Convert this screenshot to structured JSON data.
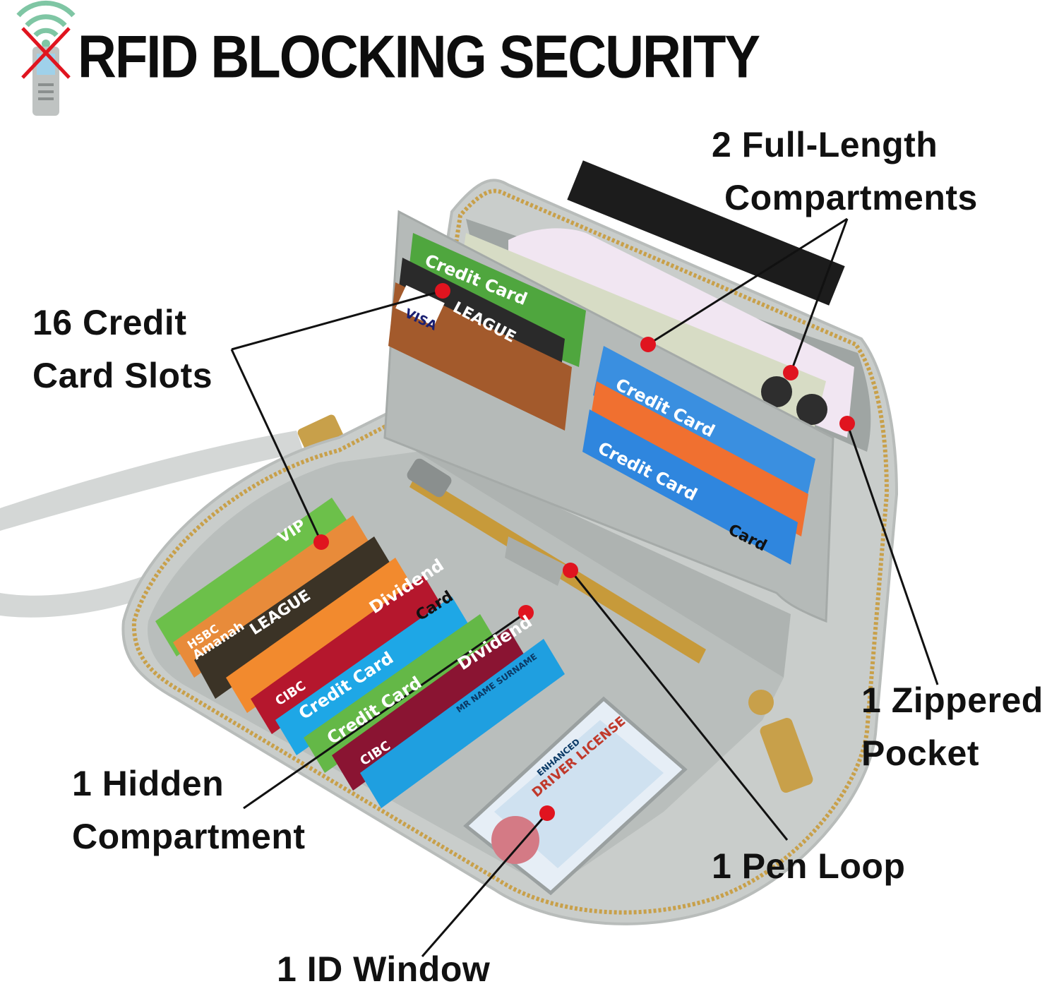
{
  "header": {
    "title": "RFID BLOCKING SECURITY",
    "icon": "rfid-blocked-reader-icon"
  },
  "callouts": {
    "full_length": [
      "2 Full-Length",
      "Compartments"
    ],
    "credit_slots": [
      "16 Credit",
      "Card Slots"
    ],
    "zippered": [
      "1 Zippered",
      "Pocket"
    ],
    "hidden": [
      "1 Hidden",
      "Compartment"
    ],
    "pen_loop": "1 Pen Loop",
    "id_window": "1 ID Window"
  },
  "cards": {
    "credit_card": "Credit Card",
    "card": "Card",
    "visa": "VISA",
    "league": "LEAGUE",
    "vip": "VIP",
    "dividend": "Dividend",
    "hsbc": "HSBC",
    "amanah": "Amanah",
    "cibc": "CIBC",
    "name_surname": "MR NAME SURNAME",
    "license_header": "ENHANCED",
    "license_title": "DRIVER LICENSE"
  },
  "colors": {
    "wallet": "#c7cbc9",
    "wallet_dark": "#a9aeac",
    "zipper": "#c8a04a",
    "callout_dot": "#e0141f",
    "leader_line": "#111111"
  }
}
